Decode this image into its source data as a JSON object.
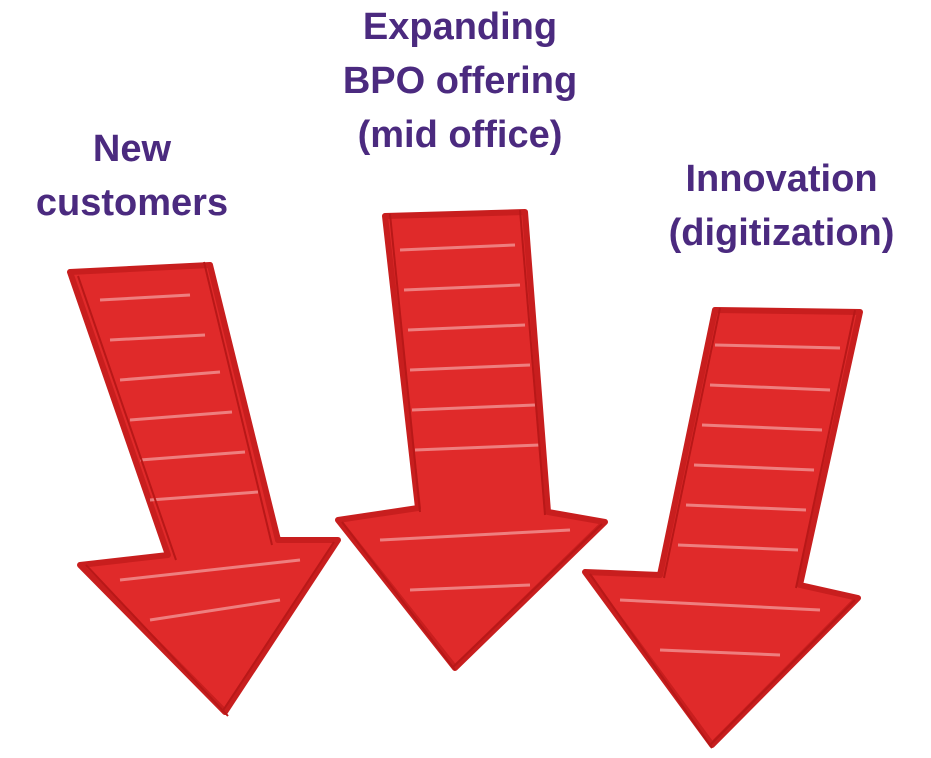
{
  "colors": {
    "label_text": "#4b2a7f",
    "arrow_fill": "#e02a2a",
    "arrow_stroke": "#c81e1e",
    "background": "#ffffff"
  },
  "items": [
    {
      "lines": [
        "New",
        "customers"
      ],
      "icon": "red-scribbled-down-arrow-icon"
    },
    {
      "lines": [
        "Expanding",
        "BPO offering",
        "(mid office)"
      ],
      "icon": "red-scribbled-down-arrow-icon"
    },
    {
      "lines": [
        "Innovation",
        "(digitization)"
      ],
      "icon": "red-scribbled-down-arrow-icon"
    }
  ]
}
